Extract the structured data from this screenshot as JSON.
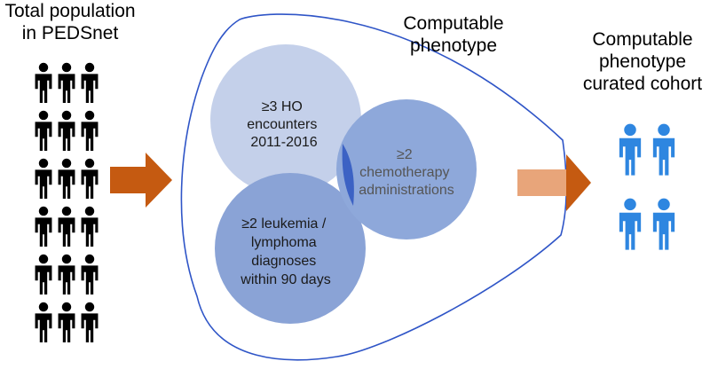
{
  "titles": {
    "total_population": "Total population\nin PEDSnet",
    "computable_phenotype": "Computable\nphenotype",
    "curated_cohort": "Computable\nphenotype\ncurated cohort"
  },
  "criteria": {
    "ho_encounters": [
      "≥3 HO",
      "encounters",
      "2011-2016"
    ],
    "diagnoses": [
      "≥2 leukemia /",
      "lymphoma",
      "diagnoses",
      "within 90 days"
    ],
    "chemotherapy": [
      "≥2",
      "chemotherapy",
      "administrations"
    ]
  },
  "colors": {
    "arrow": "#c55a11",
    "arrow_light": "#e8a57a",
    "funnel_stroke": "#2f55c7",
    "circle_top": "#c4d0ea",
    "circle_right": "#8ea8da",
    "circle_bottom": "#8aa3d6",
    "overlap": "#3c62c4",
    "people_black": "#000000",
    "people_blue": "#2e86e0"
  },
  "people": {
    "total_population_icon": "person-icon",
    "curated_cohort_icon": "person-icon"
  }
}
